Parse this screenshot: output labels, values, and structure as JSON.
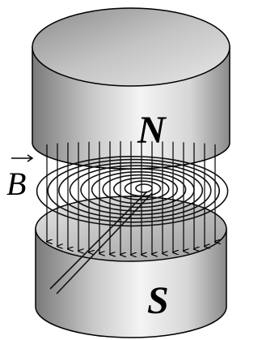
{
  "labels": {
    "north": "N",
    "south": "S",
    "field": "B"
  },
  "colors": {
    "magnet_light": "#f0f0f0",
    "magnet_dark": "#707070",
    "outline": "#000000",
    "coil": "#111111",
    "field_arrow": "#000000"
  }
}
